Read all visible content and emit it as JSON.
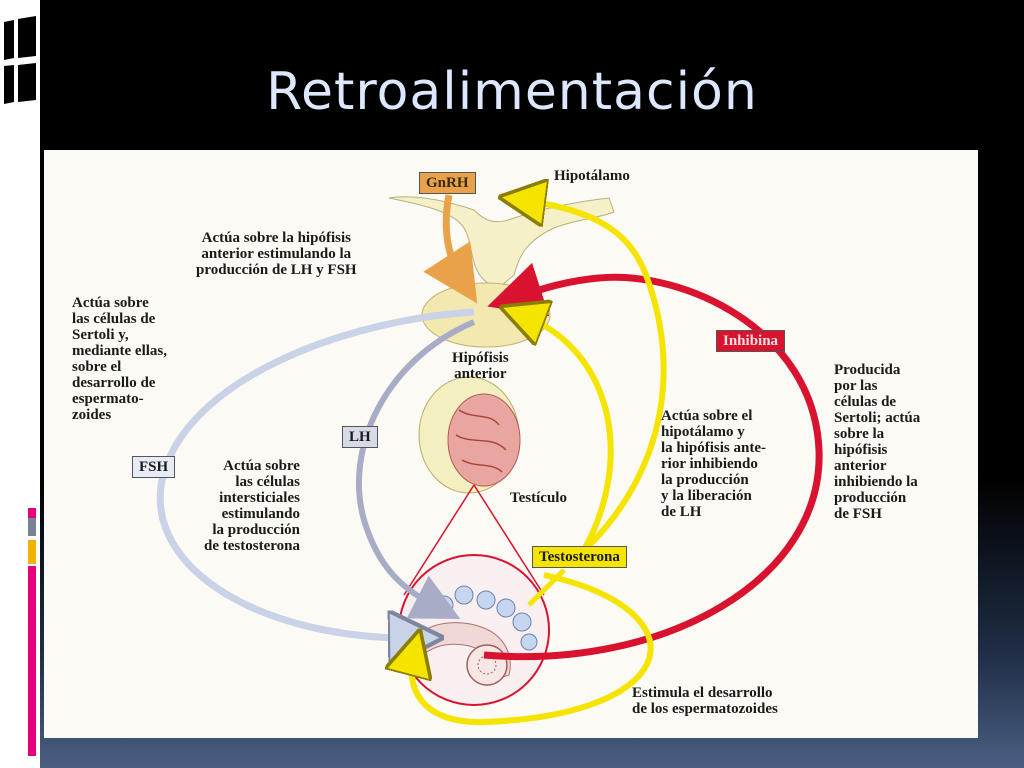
{
  "slide": {
    "title": "Retroalimentación"
  },
  "colors": {
    "title": "#dde8ff",
    "yellow_arrow": "#f5e400",
    "red_arrow": "#d8122f",
    "fsh_arrow": "#c9d2e6",
    "lh_arrow": "#a9acc7",
    "gnrh_arrow": "#e9a24a",
    "accent_pink": "#e6007e",
    "accent_yellow": "#f2b300"
  },
  "diagram": {
    "tags": {
      "gnrh": "GnRH",
      "lh": "LH",
      "fsh": "FSH",
      "inhibina": "Inhibina",
      "testosterona": "Testosterona"
    },
    "labels": {
      "hipotalamo": "Hipotálamo",
      "gnrh_text": "Actúa sobre la hipófisis\nanterior estimulando la\nproducción de LH y FSH",
      "fsh_text": "Actúa sobre\nlas células de\nSertoli y,\nmediante ellas,\nsobre el\ndesarrollo de\nespermato-\nzoides",
      "hipofisis": "Hipófisis\nanterior",
      "lh_text": "Actúa sobre\nlas células\nintersticiales\nestimulando\nla producción\nde testosterona",
      "testiculo": "Testículo",
      "testosterona_text": "Actúa sobre el\nhipotálamo y\nla hipófisis ante-\nrior inhibiendo\nla producción\ny la liberación\nde LH",
      "inhibina_text": "Producida\npor las\ncélulas de\nSertoli; actúa\nsobre la\nhipófisis\nanterior\ninhibiendo la\nproducción\nde FSH",
      "espermatozoides_text": "Estimula el desarrollo\nde los espermatozoides"
    }
  }
}
